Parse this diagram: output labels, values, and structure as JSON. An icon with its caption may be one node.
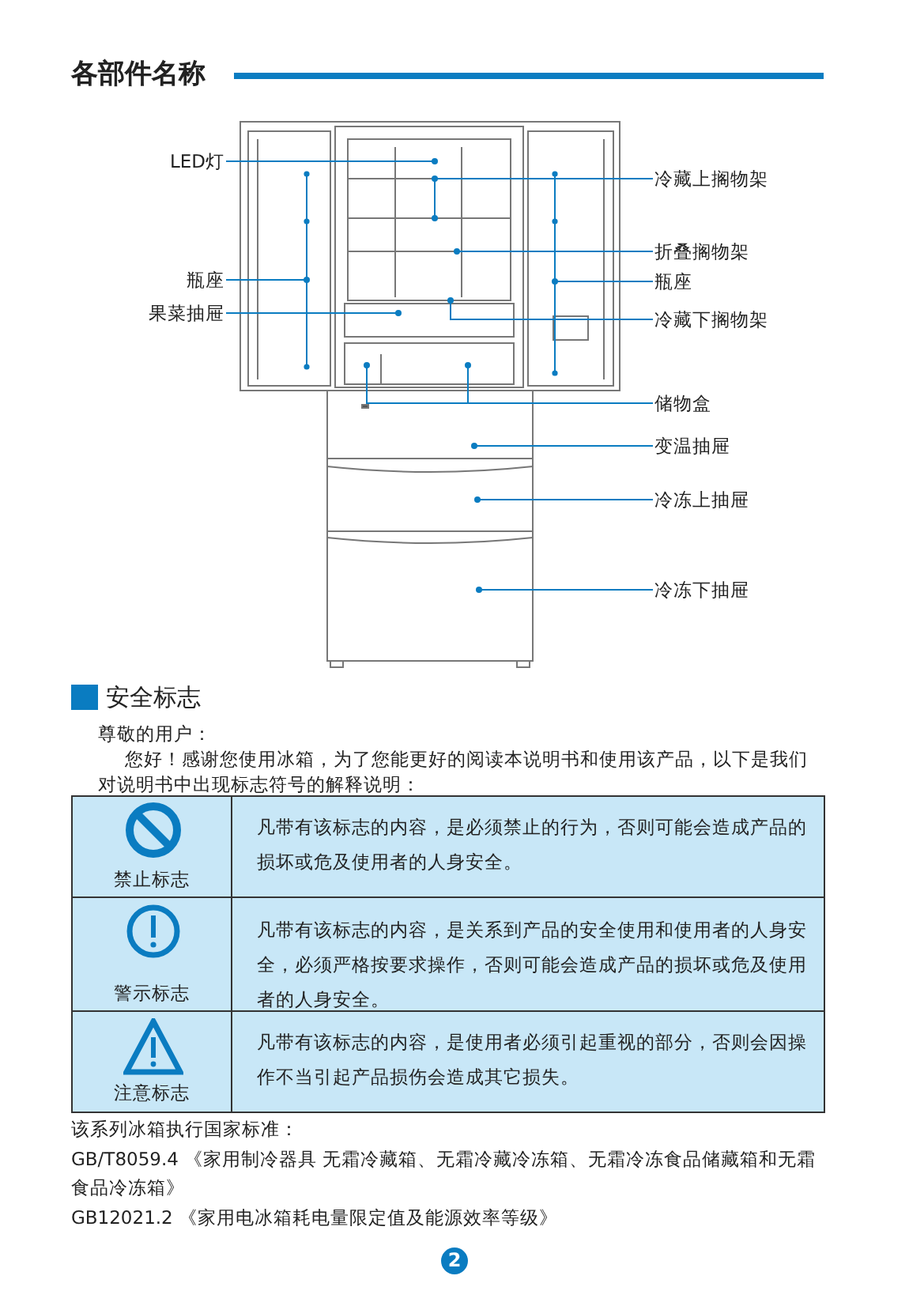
{
  "diagram": {
    "title": "各部件名称",
    "nodes": [
      {
        "text": [
          "LED灯"
        ]
      },
      {
        "text": [
          "冷藏上搁物架"
        ]
      },
      {
        "text": [
          "折叠搁物架"
        ]
      },
      {
        "text": [
          "瓶座"
        ]
      },
      {
        "text": [
          "瓶座"
        ]
      },
      {
        "text": [
          "果菜抽屉"
        ]
      },
      {
        "text": [
          "冷藏下搁物架"
        ]
      },
      {
        "text": [
          "储物盒"
        ]
      },
      {
        "text": [
          "变温抽屉"
        ]
      },
      {
        "text": [
          "冷冻上抽屉"
        ]
      },
      {
        "text": [
          "冷冻下抽屉"
        ]
      }
    ],
    "edges": [
      {
        "from": 0,
        "to": null,
        "arrow": "other"
      },
      {
        "from": 1,
        "to": null,
        "arrow": "other"
      },
      {
        "from": 1,
        "to": null,
        "arrow": "other"
      },
      {
        "from": 2,
        "to": null,
        "arrow": "other"
      },
      {
        "from": 3,
        "to": null,
        "arrow": "other"
      },
      {
        "from": 4,
        "to": null,
        "arrow": "other"
      },
      {
        "from": 5,
        "to": null,
        "arrow": "other"
      },
      {
        "from": 6,
        "to": null,
        "arrow": "other"
      },
      {
        "from": 7,
        "to": null,
        "arrow": "other"
      },
      {
        "from": 7,
        "to": null,
        "arrow": "other"
      },
      {
        "from": 8,
        "to": null,
        "arrow": "other"
      },
      {
        "from": 9,
        "to": null,
        "arrow": "other"
      },
      {
        "from": 10,
        "to": null,
        "arrow": "other"
      }
    ],
    "labels": [
      "安全标志",
      "尊敬的用户：",
      "您好！感谢您使用冰箱，为了您能更好的阅读本说明书和使用该产品，以下是我们对说明书中出现标志符号的解释说明：",
      "禁止标志",
      "凡带有该标志的内容，是必须禁止的行为，否则可能会造成产品的损坏或危及使用者的人身安全。",
      "警示标志",
      "凡带有该标志的内容，是关系到产品的安全使用和使用者的人身安全，必须严格按要求操作，否则可能会造成产品的损坏或危及使用者的人身安全。",
      "注意标志",
      "凡带有该标志的内容，是使用者必须引起重视的部分，否则会因操作不当引起产品损伤会造成其它损失。",
      "该系列冰箱执行国家标准：",
      "GB/T8059.4 《家用制冷器具 无霜冷藏箱、无霜冷藏冷冻箱、无霜冷冻食品储藏箱和无霜食品冷冻箱》",
      "GB12021.2 《家用电冰箱耗电量限定值及能源效率等级》",
      "2"
    ]
  }
}
